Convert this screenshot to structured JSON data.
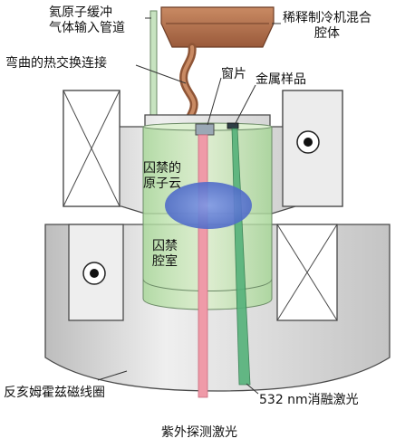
{
  "labels": {
    "helium_buffer_gas_line_1": "氦原子缓冲",
    "helium_buffer_gas_line_2": "气体输入管道",
    "dilution_mixing_chamber_line_1": "稀释制冷机混合",
    "dilution_mixing_chamber_line_2": "腔体",
    "bent_heat_exchange_link": "弯曲的热交换连接",
    "window": "窗片",
    "metal_sample": "金属样品",
    "trapped_atom_cloud_line_1": "囚禁的",
    "trapped_atom_cloud_line_2": "原子云",
    "trap_cavity_line_1": "囚禁",
    "trap_cavity_line_2": "腔室",
    "anti_helmholtz_coil": "反亥姆霍兹磁线圈",
    "ablation_laser": "532 nm消融激光",
    "uv_probe_laser": "紫外探测激光"
  },
  "colors": {
    "copper": "#b5714d",
    "copper_dark": "#8a4f33",
    "coil_gray": "#d6d6d6",
    "chamber_green": "#c9e8b0",
    "atom_cloud_blue": "#5f7fd6",
    "probe_laser_pink": "#ef9aa8",
    "ablation_laser_green": "#55b27a",
    "outline": "#4a4a4a"
  }
}
